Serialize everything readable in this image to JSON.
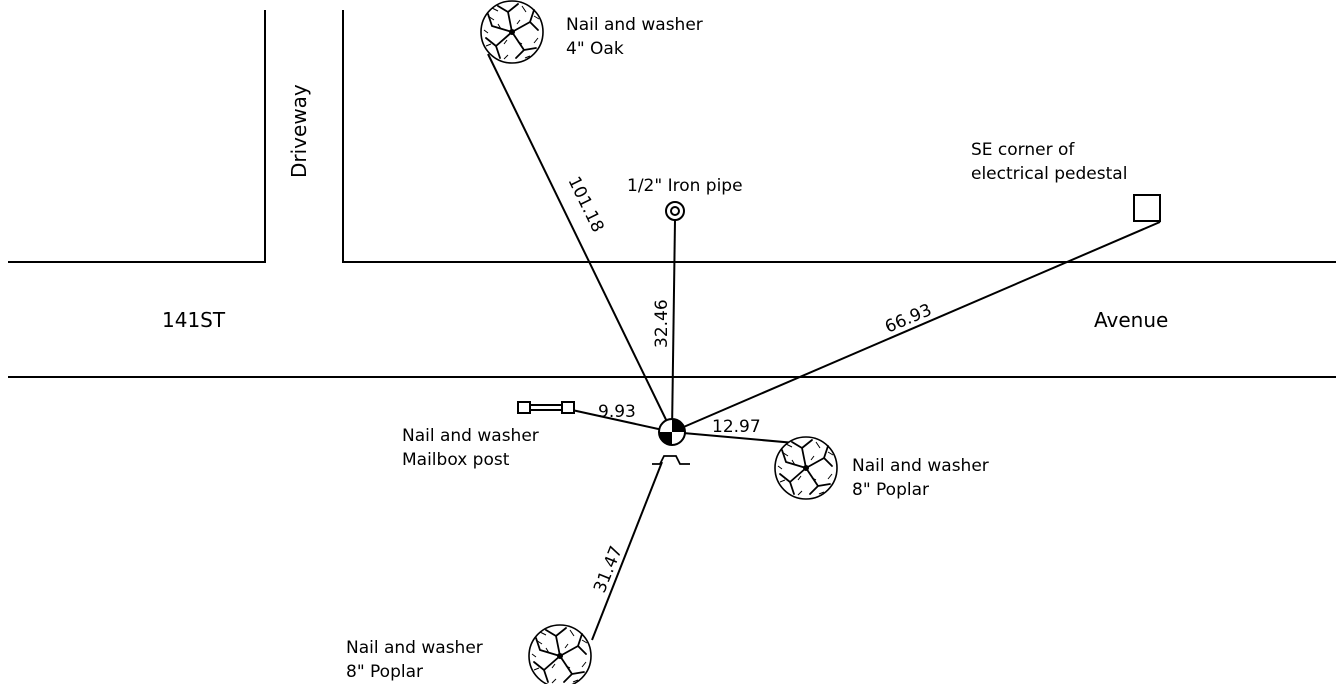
{
  "streets": {
    "west": "141ST",
    "east": "Avenue",
    "driveway": "Driveway"
  },
  "benchmark": {
    "symbol": "nail-and-washer-benchmark"
  },
  "references": {
    "oak": {
      "line1": "Nail and washer",
      "line2": "4\" Oak"
    },
    "iron_pipe": {
      "line1": "1/2\" Iron pipe"
    },
    "pedestal": {
      "line1": "SE corner of",
      "line2": "electrical pedestal"
    },
    "mailbox": {
      "line1": "Nail and washer",
      "line2": "Mailbox post"
    },
    "poplar_east": {
      "line1": "Nail and washer",
      "line2": "8\" Poplar"
    },
    "poplar_south": {
      "line1": "Nail and washer",
      "line2": "8\" Poplar"
    }
  },
  "distances": {
    "oak": "101.18",
    "iron_pipe": "32.46",
    "pedestal": "66.93",
    "mailbox": "9.93",
    "poplar_east": "12.97",
    "poplar_south": "31.47"
  }
}
